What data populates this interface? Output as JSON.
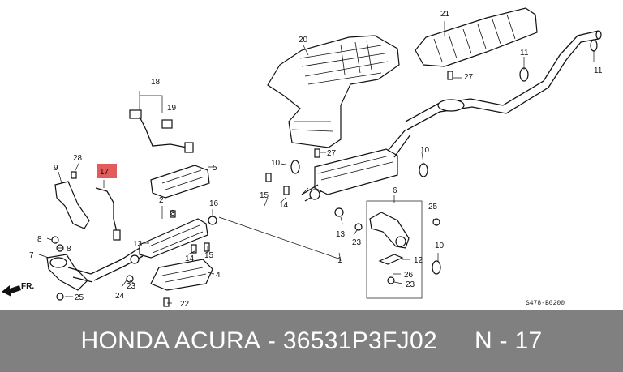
{
  "callouts": {
    "c1": "1",
    "c2": "2",
    "c3": "3",
    "c4": "4",
    "c5": "5",
    "c6": "6",
    "c7": "7",
    "c8a": "8",
    "c8b": "8",
    "c9": "9",
    "c10a": "10",
    "c10b": "10",
    "c10c": "10",
    "c11a": "11",
    "c11b": "11",
    "c12": "12",
    "c13a": "13",
    "c13b": "13",
    "c14a": "14",
    "c14b": "14",
    "c15a": "15",
    "c15b": "15",
    "c16": "16",
    "c17": "17",
    "c18": "18",
    "c19": "19",
    "c20": "20",
    "c21": "21",
    "c22": "22",
    "c23a": "23",
    "c23b": "23",
    "c23c": "23",
    "c24": "24",
    "c25a": "25",
    "c25b": "25",
    "c26": "26",
    "c27a": "27",
    "c27b": "27",
    "c28": "28"
  },
  "direction_label": "FR.",
  "diagram_code": "S478-B0200",
  "highlight_color": "#e35b5b",
  "footer": {
    "brand": "HONDA ACURA",
    "dash": "-",
    "part_number": "36531P3FJ02",
    "position": "N - 17"
  }
}
